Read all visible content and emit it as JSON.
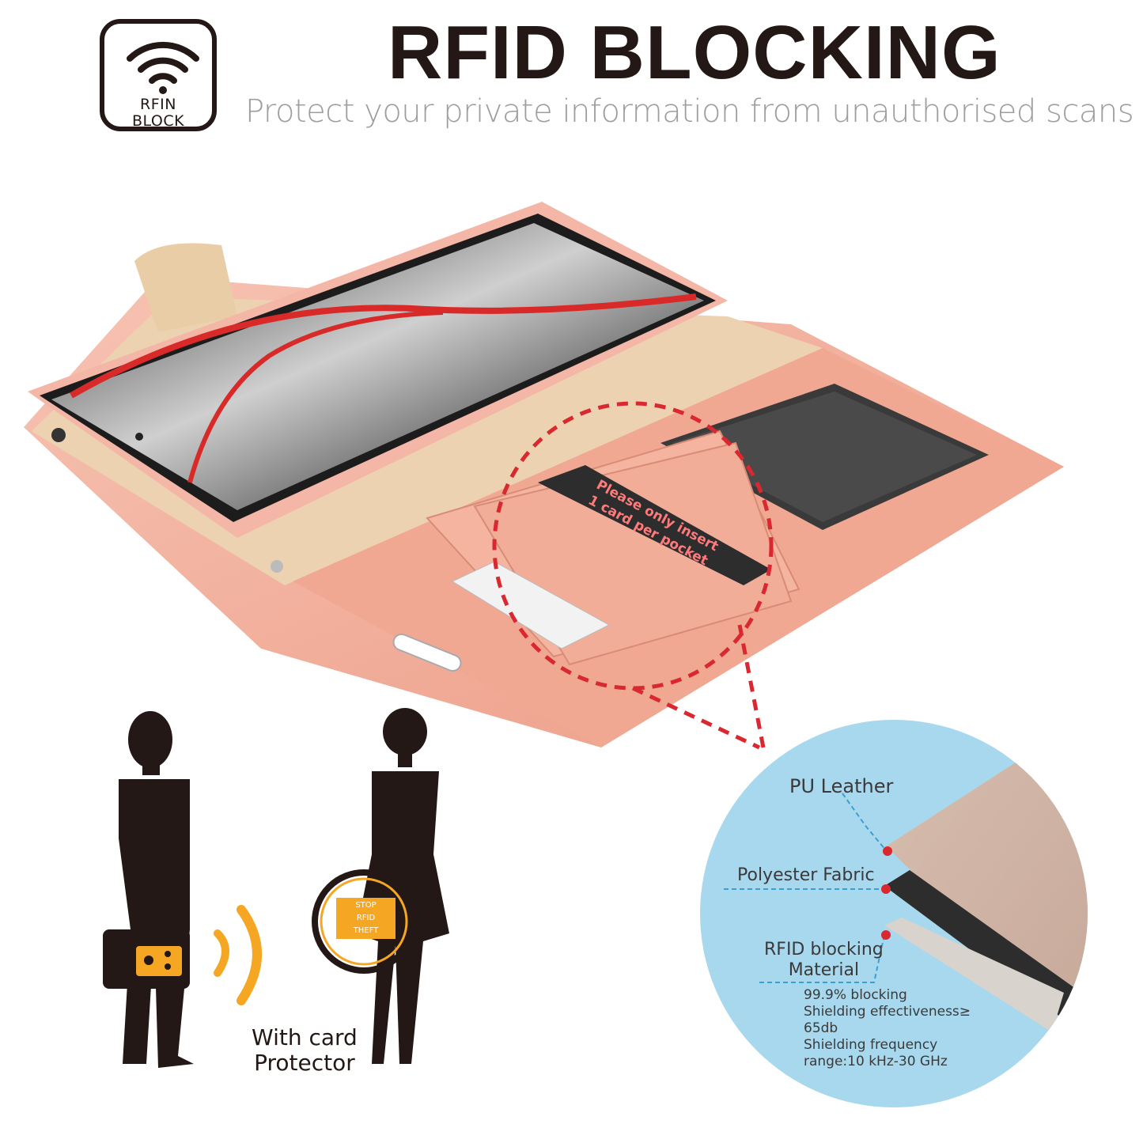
{
  "header": {
    "badge_line1": "RFIN",
    "badge_line2": "BLOCK",
    "title": "RFID BLOCKING",
    "subtitle": "Protect your private information from unauthorised scans"
  },
  "callout": {
    "layer1": "PU Leather",
    "layer2": "Polyester Fabric",
    "layer3_line1": "RFID blocking",
    "layer3_line2": "Material",
    "specs": [
      "99.9% blocking",
      "Shielding effectiveness≥",
      "65db",
      "Shielding frequency",
      "range:10 kHz-30 GHz"
    ]
  },
  "card_inside": {
    "line1": "Please only insert",
    "line2": "1 card per pocket"
  },
  "stop_badge": {
    "line1": "STOP",
    "line2": "RFID",
    "line3": "THEFT"
  },
  "illustration": {
    "caption_line1": "With card",
    "caption_line2": "Protector"
  },
  "colors": {
    "case_pink": "#f2a995",
    "inner_beige": "#ecd2b0",
    "dashed_red": "#d9282f",
    "circle_blue": "#a8d8ee",
    "signal_orange": "#f5a623",
    "dark": "#231815"
  }
}
